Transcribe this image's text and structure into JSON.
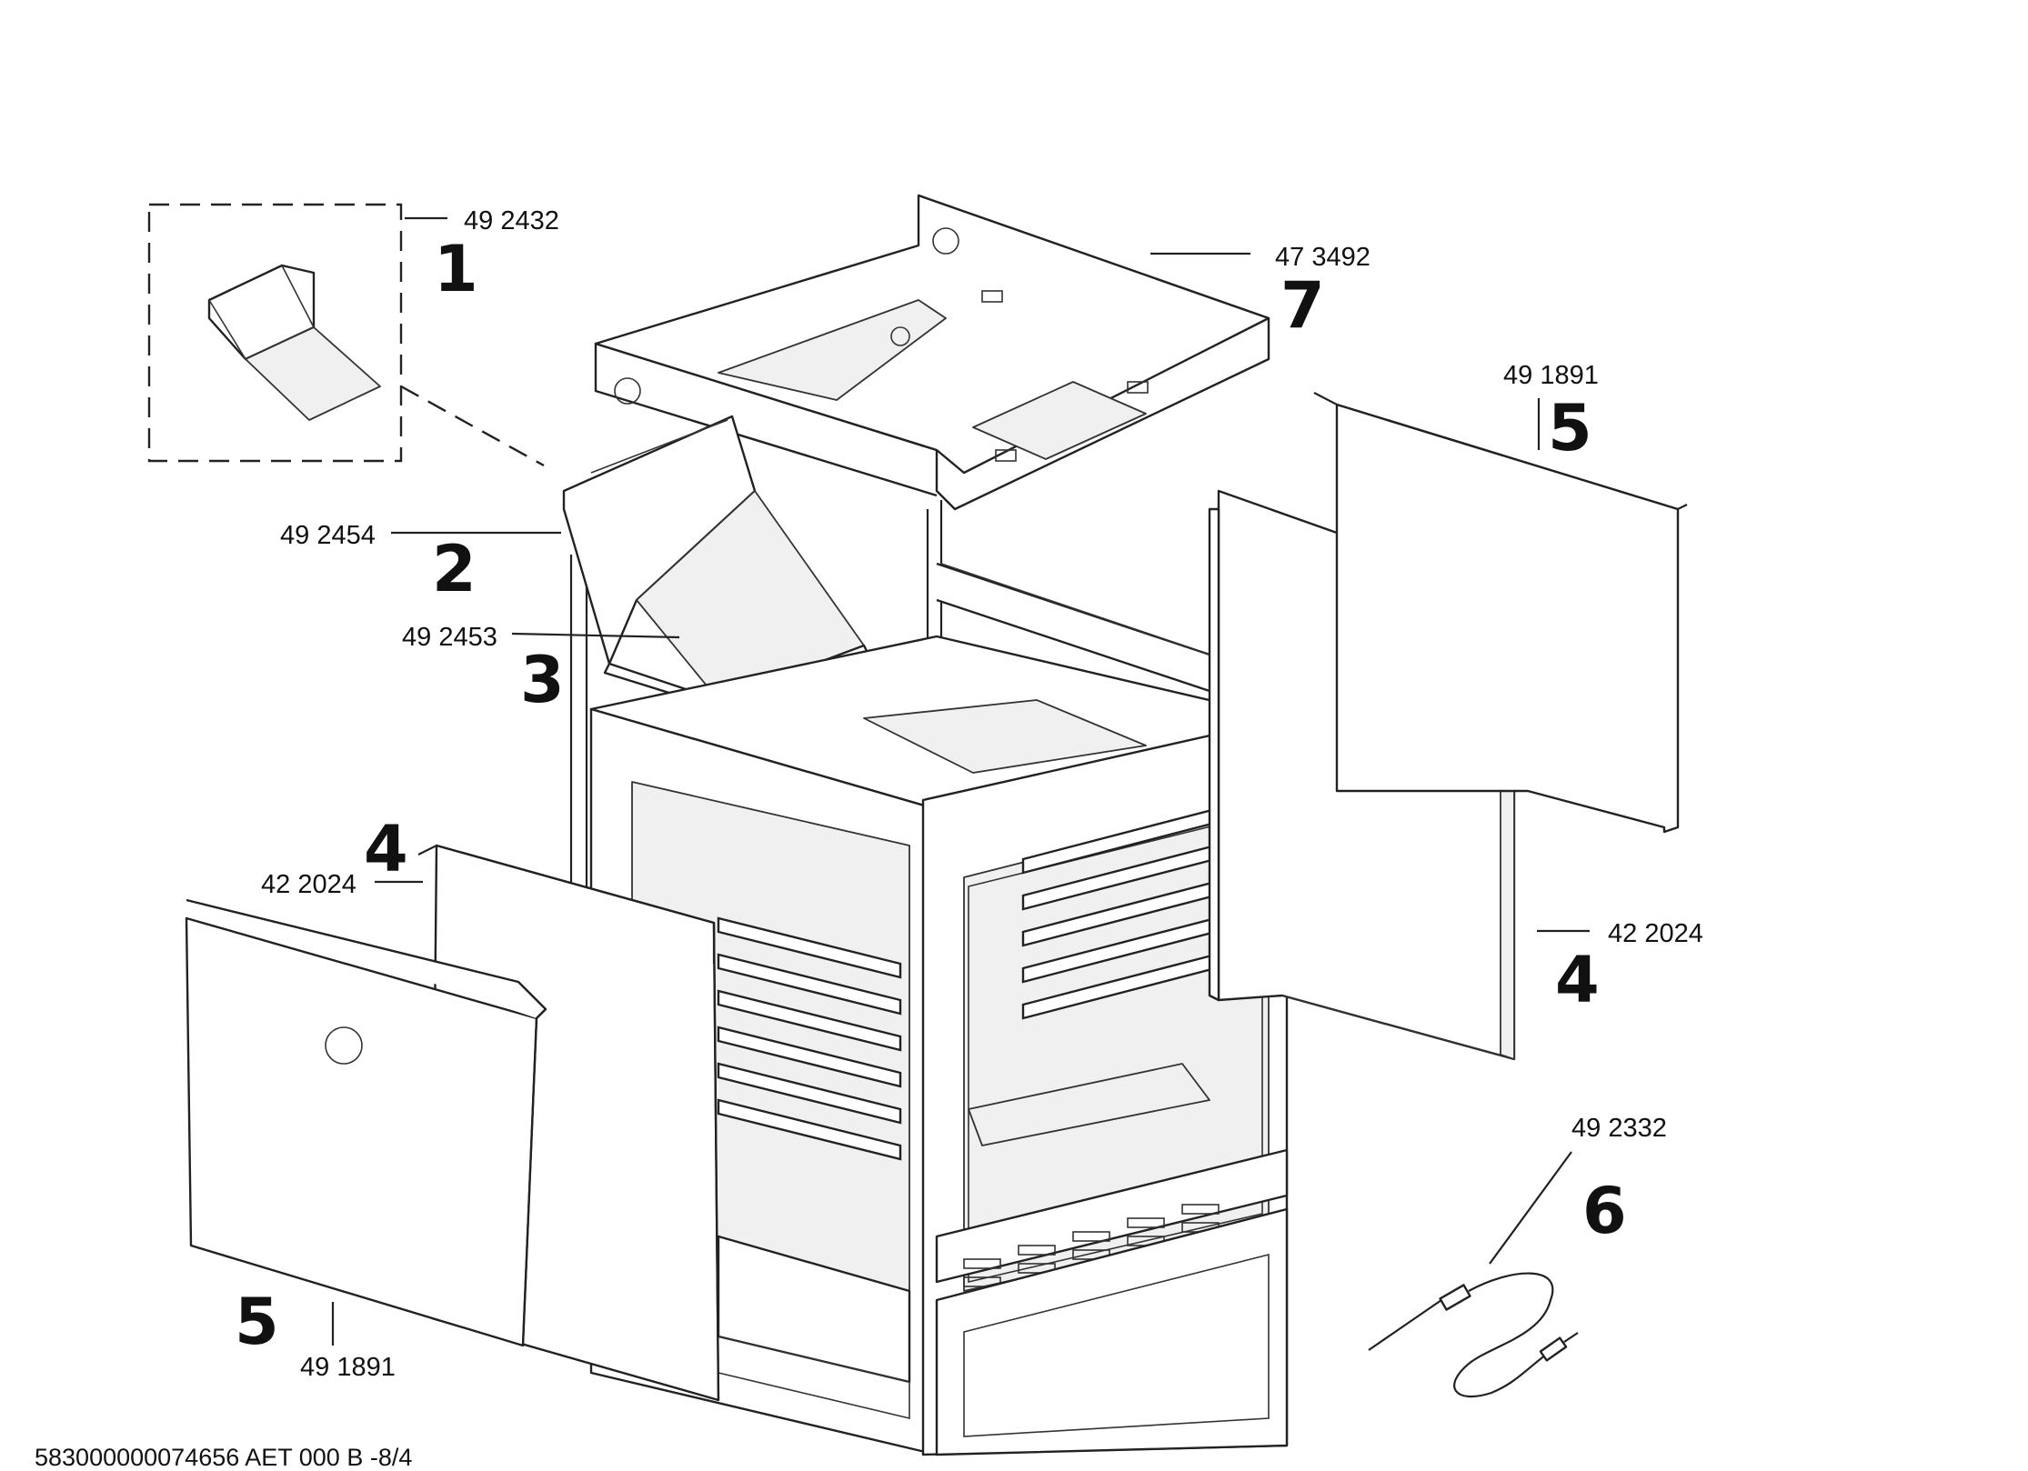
{
  "diagram": {
    "callouts": [
      {
        "id": "1",
        "part_number": "49 2432"
      },
      {
        "id": "2",
        "part_number": "49 2454"
      },
      {
        "id": "3",
        "part_number": "49 2453"
      },
      {
        "id": "4a",
        "label": "4",
        "part_number": "42 2024"
      },
      {
        "id": "4b",
        "label": "4",
        "part_number": "42 2024"
      },
      {
        "id": "5a",
        "label": "5",
        "part_number": "49 1891"
      },
      {
        "id": "5b",
        "label": "5",
        "part_number": "49 1891"
      },
      {
        "id": "6",
        "part_number": "49 2332"
      },
      {
        "id": "7",
        "part_number": "47 3492"
      }
    ],
    "footer_code": "583000000074656 AET 000 B -8/4"
  }
}
